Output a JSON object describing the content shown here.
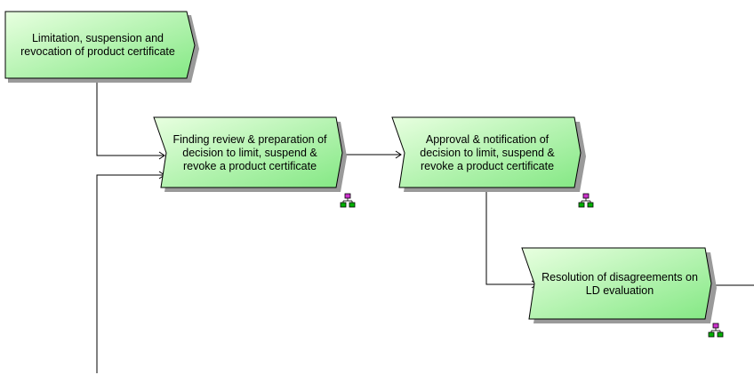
{
  "colors": {
    "fill_light": "#e8ffe0",
    "fill_dark": "#84e884",
    "stroke": "#000000",
    "shadow": "#9a9a9a",
    "hier_box": "#00b000",
    "hier_accent": "#cc33cc"
  },
  "functions": [
    {
      "id": "limitation",
      "label": "Limitation, suspension and revocation of product certificate"
    },
    {
      "id": "finding-review",
      "label": "Finding review & preparation of decision to limit, suspend & revoke a product certificate"
    },
    {
      "id": "approval",
      "label": "Approval & notification of decision to limit, suspend & revoke a product certificate"
    },
    {
      "id": "resolution",
      "label": "Resolution of disagreements on LD evaluation"
    }
  ],
  "icons": {
    "hierarchy": "hierarchy-icon"
  }
}
